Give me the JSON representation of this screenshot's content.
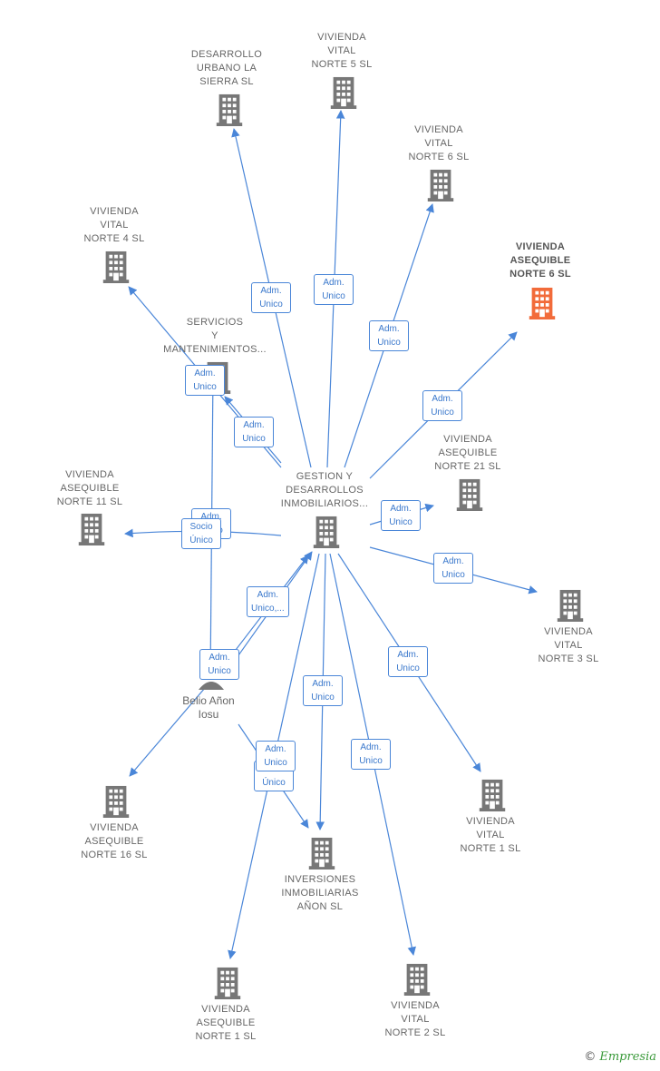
{
  "colors": {
    "edge": "#4a86d8",
    "building": "#777777",
    "highlight": "#f26b3a"
  },
  "nodes": [
    {
      "id": "center",
      "label": "GESTION Y\nDESARROLLOS\nINMOBILIARIOS...",
      "icon": "building-icon"
    },
    {
      "id": "n1",
      "label": "DESARROLLO\nURBANO LA\nSIERRA  SL",
      "icon": "building-icon"
    },
    {
      "id": "n2",
      "label": "VIVIENDA\nVITAL\nNORTE 5  SL",
      "icon": "building-icon"
    },
    {
      "id": "n3",
      "label": "VIVIENDA\nVITAL\nNORTE 6  SL",
      "icon": "building-icon"
    },
    {
      "id": "n4",
      "label": "VIVIENDA\nVITAL\nNORTE 4  SL",
      "icon": "building-icon"
    },
    {
      "id": "n5",
      "label": "VIVIENDA\nASEQUIBLE\nNORTE 6  SL",
      "icon": "building-icon",
      "highlight": true
    },
    {
      "id": "n6",
      "label": "SERVICIOS\nY\nMANTENIMIENTOS...",
      "icon": "building-icon"
    },
    {
      "id": "n7",
      "label": "VIVIENDA\nASEQUIBLE\nNORTE 21  SL",
      "icon": "building-icon"
    },
    {
      "id": "n8",
      "label": "VIVIENDA\nASEQUIBLE\nNORTE 11  SL",
      "icon": "building-icon"
    },
    {
      "id": "n9",
      "label": "VIVIENDA\nVITAL\nNORTE 3  SL",
      "icon": "building-icon"
    },
    {
      "id": "n10",
      "label": "VIVIENDA\nVITAL\nNORTE 1  SL",
      "icon": "building-icon"
    },
    {
      "id": "n11",
      "label": "VIVIENDA\nASEQUIBLE\nNORTE 16  SL",
      "icon": "building-icon"
    },
    {
      "id": "n12",
      "label": "INVERSIONES\nINMOBILIARIAS\nAÑON  SL",
      "icon": "building-icon"
    },
    {
      "id": "n13",
      "label": "VIVIENDA\nASEQUIBLE\nNORTE 1  SL",
      "icon": "building-icon"
    },
    {
      "id": "n14",
      "label": "VIVIENDA\nVITAL\nNORTE 2  SL",
      "icon": "building-icon"
    }
  ],
  "person": {
    "label": "Belio Añon\nIosu",
    "icon": "person-icon"
  },
  "edge_labels": [
    "Adm.\nUnico",
    "Adm.\nUnico",
    "Adm.\nUnico",
    "Adm.\nUnico",
    "Adm.\nUnico",
    "Adm.\nUnico",
    "Adm.\nUnico",
    "Socio\nÚnico",
    "Adm.\nUnico",
    "Adm.\nUnico",
    "Adm.\nUnico,...",
    "Adm.\nUnico",
    "Adm.\nUnico",
    "Adm.\nUnico",
    "Adm.\nUnico",
    "Socio\nÚnico",
    "Adm.\nUnico"
  ],
  "footer": {
    "copyright": "©",
    "brand": "Empresia"
  }
}
